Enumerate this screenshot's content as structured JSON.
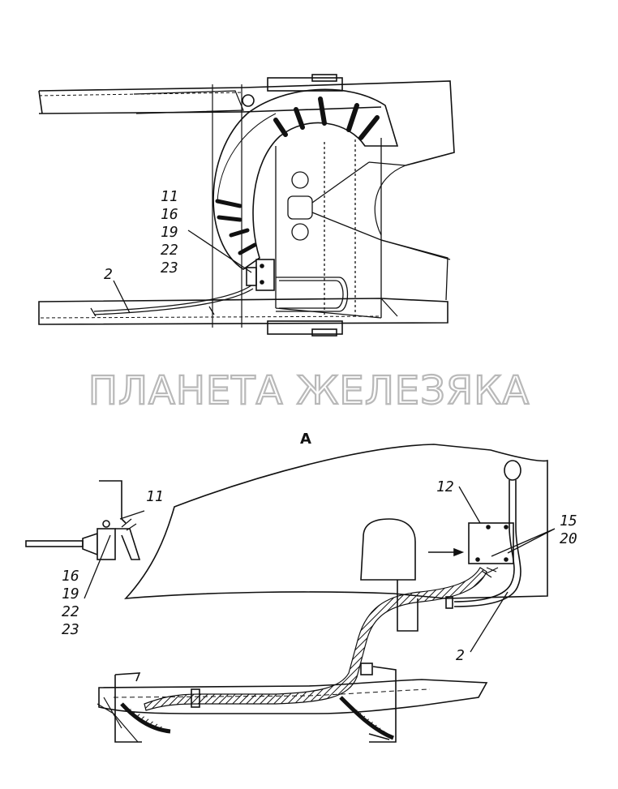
{
  "watermark": "ПЛАНЕТА ЖЕЛЕЗЯКА",
  "view_label": "A",
  "top_view": {
    "callout_group": [
      "11",
      "16",
      "19",
      "22",
      "23"
    ],
    "callout_wire": "2"
  },
  "detail_a": {
    "callout_switch": "11",
    "callout_group": [
      "16",
      "19",
      "22",
      "23"
    ],
    "callout_panel": "12",
    "callout_fasteners": [
      "15",
      "20"
    ],
    "callout_wire": "2"
  },
  "colors": {
    "ink": "#111111",
    "watermark_outline": "#b9b9b9",
    "background": "#ffffff"
  }
}
